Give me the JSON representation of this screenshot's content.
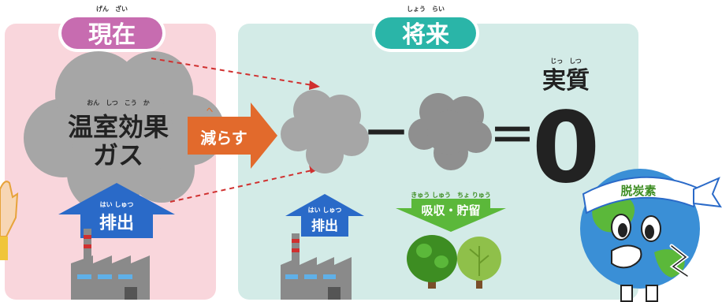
{
  "panels": {
    "present": {
      "title": "現在",
      "ruby": "げん　ざい",
      "color": "#c76cb0",
      "bg": "#f9d6dc"
    },
    "future": {
      "title": "将来",
      "ruby": "しょう　らい",
      "color": "#2ab5a8",
      "bg": "#d3ebe7"
    }
  },
  "present": {
    "gas_label_line1": "温室効果",
    "gas_label_line2": "ガス",
    "gas_ruby": "おん　しつ　こう　か",
    "emission_label": "排出",
    "emission_ruby": "はい しゅつ"
  },
  "reduce": {
    "label": "減らす",
    "ruby": "へ",
    "color": "#e26a2c"
  },
  "future": {
    "emission_label": "排出",
    "emission_ruby": "はい しゅつ",
    "absorb_label": "吸収・貯留",
    "absorb_ruby": "きゅう しゅう　ちょ りゅう",
    "absorb_color": "#5bb83a",
    "minus": "－",
    "equals": "＝",
    "result_label": "実質",
    "result_ruby": "じっ　しつ",
    "result_value": "0"
  },
  "mascot": {
    "headband": "脱炭素"
  },
  "colors": {
    "gas": "#a6a6a6",
    "arrow_blue": "#2a6ac8",
    "arrow_red": "#d0302f",
    "factory": "#8a8a8a"
  },
  "icons": [
    "cloud-icon",
    "factory-icon",
    "tree-icon",
    "earth-mascot-icon",
    "hand-icon"
  ]
}
